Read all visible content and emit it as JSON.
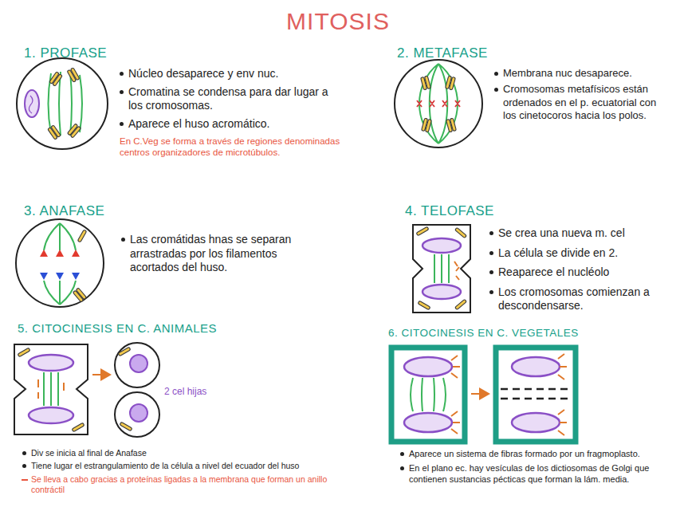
{
  "diagram": {
    "title": "MITOSIS",
    "labels": [
      "1. PROFASE",
      "Núcleo desaparece y env nuc.",
      "Cromatina se condensa para dar lugar a los cromosomas.",
      "Aparece el huso acromático.",
      "En C.Veg se forma a través de regiones denominadas centros organizadores de microtúbulos.",
      "2. METAFASE",
      "Membrana nuc desaparece.",
      "Cromosomas metafísicos están ordenados en el p. ecuatorial con los cinetocoros hacia los polos.",
      "3. ANAFASE",
      "Las cromátidas hnas se separan arrastradas por los filamentos acortados del huso.",
      "4. TELOFASE",
      "Se crea una nueva m. cel",
      "La célula se divide en 2.",
      "Reaparece el nucléolo",
      "Los cromosomas comienzan a descondensarse.",
      "5. CITOCINESIS EN C. ANIMALES",
      "2 cel hijas",
      "Div se inicia al final de Anafase",
      "Tiene lugar el estrangulamiento de la célula a nivel del ecuador del huso",
      "Se lleva a cabo gracias a proteínas ligadas a la membrana que forman un anillo contráctil",
      "6. CITOCINESIS EN C. VEGETALES",
      "Aparece un sistema de fibras formado por un fragmoplasto.",
      "En el plano ec. hay vesículas de los dictiosomas de Golgi que contienen sustancias pécticas que forman la lám. media."
    ]
  }
}
